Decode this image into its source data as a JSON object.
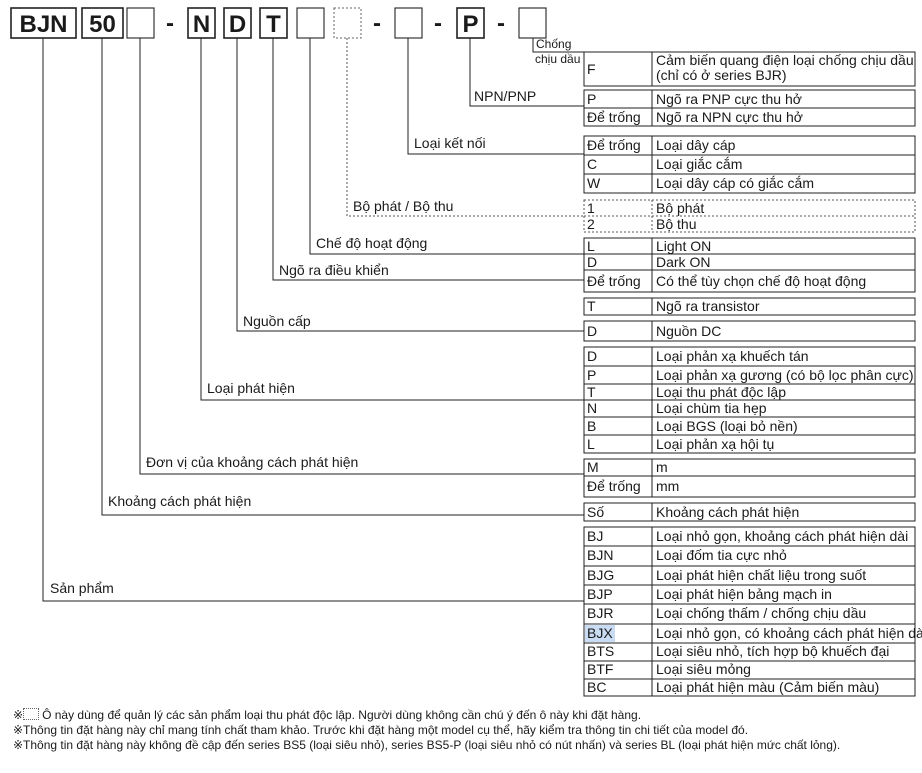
{
  "code": [
    "BJN",
    "50",
    "",
    "N",
    "D",
    "T",
    "",
    "",
    "P",
    ""
  ],
  "dashes": [
    "-",
    "-",
    "-",
    "-"
  ],
  "branch_labels": {
    "protection": "Chống chịu dầu",
    "output_type": "NPN/PNP",
    "connection": "Loại kết nối",
    "emitter_receiver": "Bộ phát / Bộ thu",
    "operation_mode": "Chế độ hoạt động",
    "control_output": "Ngõ ra điều khiển",
    "power": "Nguồn cấp",
    "detection_type": "Loại phát hiện",
    "distance_unit": "Đơn vị của khoảng cách phát hiện",
    "distance": "Khoảng cách phát hiện",
    "product": "Sản phẩm"
  },
  "tables": {
    "protection": [
      {
        "code": "F",
        "desc": "Cảm biến quang điện loại chống chịu dầu (chỉ có ở series BJR)"
      }
    ],
    "output_type": [
      {
        "code": "P",
        "desc": "Ngõ ra PNP cực thu hở"
      },
      {
        "code": "Để trống",
        "desc": "Ngõ ra NPN cực thu hở"
      }
    ],
    "connection": [
      {
        "code": "Để trống",
        "desc": "Loại dây cáp"
      },
      {
        "code": "C",
        "desc": "Loại giắc cắm"
      },
      {
        "code": "W",
        "desc": "Loại dây cáp có giắc cắm"
      }
    ],
    "emitter_receiver": [
      {
        "code": "1",
        "desc": "Bộ phát"
      },
      {
        "code": "2",
        "desc": "Bộ thu"
      }
    ],
    "mode": [
      {
        "code": "L",
        "desc": "Light ON"
      },
      {
        "code": "D",
        "desc": "Dark ON"
      },
      {
        "code": "Để trống",
        "desc": "Có thể tùy chọn chế độ hoạt động"
      }
    ],
    "control_output": [
      {
        "code": "T",
        "desc": "Ngõ ra transistor"
      }
    ],
    "power": [
      {
        "code": "D",
        "desc": "Nguồn DC"
      }
    ],
    "detection": [
      {
        "code": "D",
        "desc": "Loại phản xạ khuếch tán"
      },
      {
        "code": "P",
        "desc": "Loại phản xạ gương (có bộ lọc phân cực)"
      },
      {
        "code": "T",
        "desc": "Loại thu phát độc lập"
      },
      {
        "code": "N",
        "desc": "Loại chùm tia hẹp"
      },
      {
        "code": "B",
        "desc": "Loại BGS (loại bỏ nền)"
      },
      {
        "code": "L",
        "desc": "Loại phản xạ hội tụ"
      }
    ],
    "unit": [
      {
        "code": "M",
        "desc": "m"
      },
      {
        "code": "Để trống",
        "desc": "mm"
      }
    ],
    "distance": [
      {
        "code": "Số",
        "desc": "Khoảng cách phát hiện"
      }
    ],
    "product": [
      {
        "code": "BJ",
        "desc": "Loại nhỏ gọn, khoảng cách phát hiện dài"
      },
      {
        "code": "BJN",
        "desc": "Loại đốm tia cực nhỏ"
      },
      {
        "code": "BJG",
        "desc": "Loại phát hiện chất liệu trong suốt"
      },
      {
        "code": "BJP",
        "desc": "Loại phát hiện bảng mạch in"
      },
      {
        "code": "BJR",
        "desc": "Loại chống thấm / chống chịu dầu"
      },
      {
        "code": "BJX",
        "desc": "Loại nhỏ gọn, có khoảng cách phát hiện dài"
      },
      {
        "code": "BTS",
        "desc": "Loại siêu nhỏ, tích hợp bộ khuếch đại"
      },
      {
        "code": "BTF",
        "desc": "Loại siêu mỏng"
      },
      {
        "code": "BC",
        "desc": "Loại phát hiện màu (Cảm biến màu)"
      }
    ]
  },
  "notes": {
    "marker": "※",
    "note1": "Ô này dùng để quản lý các sản phẩm loại thu phát độc lập. Người dùng không cần chú ý đến ô này khi đặt hàng.",
    "note2": "※Thông tin đặt hàng này chỉ mang tính chất tham khảo. Trước khi đặt hàng một model cụ thể, hãy kiểm tra thông tin chi tiết của model đó.",
    "note3": "※Thông tin đặt hàng này không đề cập đến series BS5 (loại siêu nhỏ), series BS5-P (loại siêu nhỏ có nút nhấn) và series BL (loại phát hiện mức chất lỏng)."
  },
  "highlight_color": "#c9dcf4"
}
